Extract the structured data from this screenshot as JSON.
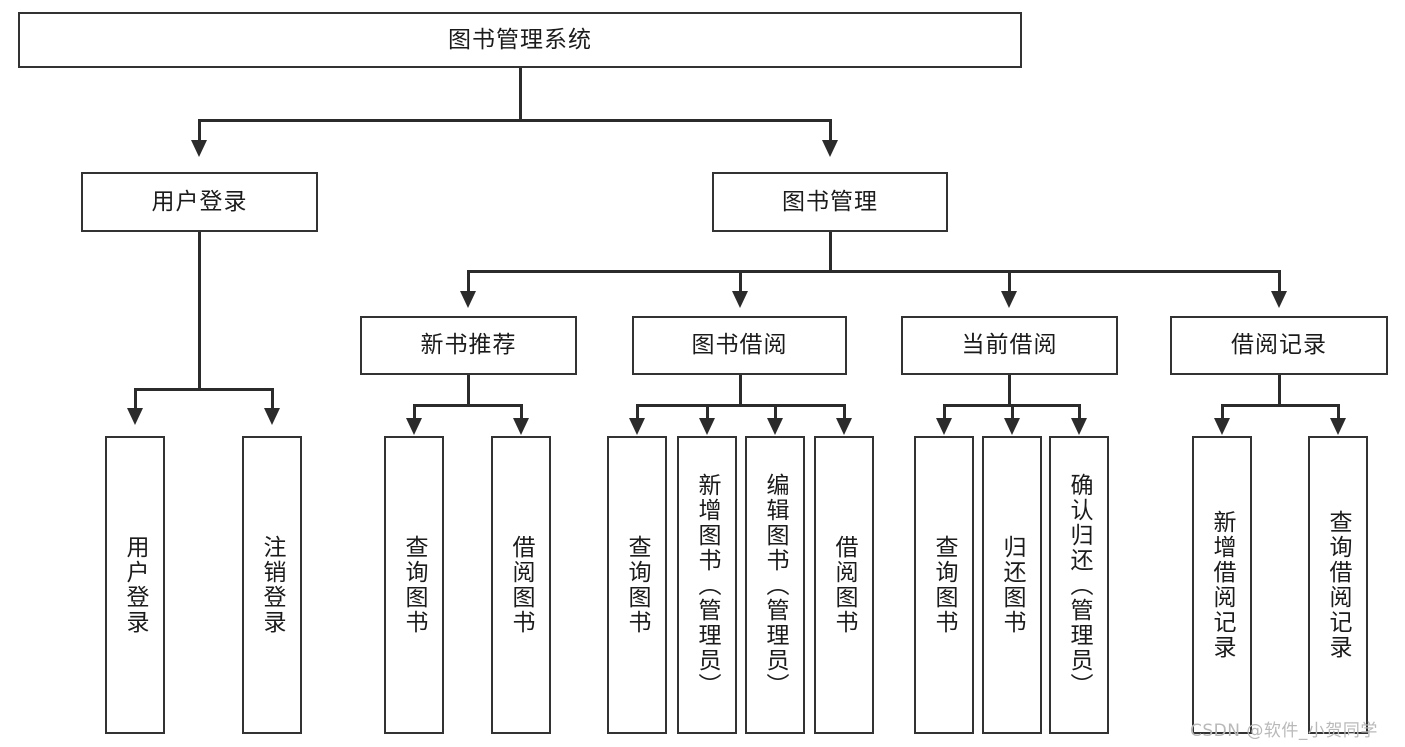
{
  "diagram": {
    "type": "tree-hierarchy-chart",
    "title": "图书管理系统",
    "levels": [
      {
        "level": 1,
        "nodes": [
          {
            "id": "root",
            "label": "图书管理系统"
          }
        ]
      },
      {
        "level": 2,
        "nodes": [
          {
            "id": "login",
            "label": "用户登录"
          },
          {
            "id": "book-mgmt",
            "label": "图书管理"
          }
        ]
      },
      {
        "level": 3,
        "nodes": [
          {
            "id": "new-book-rec",
            "label": "新书推荐"
          },
          {
            "id": "book-borrow",
            "label": "图书借阅"
          },
          {
            "id": "current-borrow",
            "label": "当前借阅"
          },
          {
            "id": "borrow-record",
            "label": "借阅记录"
          }
        ]
      },
      {
        "level": 4,
        "nodes": [
          {
            "id": "leaf-user-login",
            "label": "用户登录",
            "parent": "login"
          },
          {
            "id": "leaf-logout",
            "label": "注销登录",
            "parent": "login"
          },
          {
            "id": "leaf-query-book-1",
            "label": "查询图书",
            "parent": "new-book-rec"
          },
          {
            "id": "leaf-borrow-book-1",
            "label": "借阅图书",
            "parent": "new-book-rec"
          },
          {
            "id": "leaf-query-book-2",
            "label": "查询图书",
            "parent": "book-borrow"
          },
          {
            "id": "leaf-add-book",
            "label": "新增图书（管理员）",
            "parent": "book-borrow"
          },
          {
            "id": "leaf-edit-book",
            "label": "编辑图书（管理员）",
            "parent": "book-borrow"
          },
          {
            "id": "leaf-borrow-book-2",
            "label": "借阅图书",
            "parent": "book-borrow"
          },
          {
            "id": "leaf-query-book-3",
            "label": "查询图书",
            "parent": "current-borrow"
          },
          {
            "id": "leaf-return-book",
            "label": "归还图书",
            "parent": "current-borrow"
          },
          {
            "id": "leaf-confirm-return",
            "label": "确认归还（管理员）",
            "parent": "current-borrow"
          },
          {
            "id": "leaf-add-record",
            "label": "新增借阅记录",
            "parent": "borrow-record"
          },
          {
            "id": "leaf-query-record",
            "label": "查询借阅记录",
            "parent": "borrow-record"
          }
        ]
      }
    ]
  },
  "watermark": {
    "text": "CSDN @软件_小贺同学"
  },
  "colors": {
    "stroke": "#333333",
    "background": "#ffffff",
    "text": "#1b1b1b",
    "watermark": "#b9b9b9"
  }
}
